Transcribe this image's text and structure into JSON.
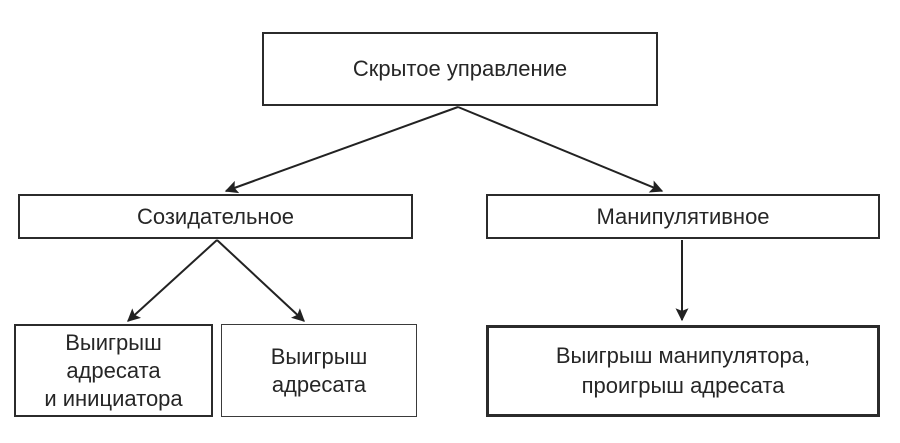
{
  "diagram": {
    "title": "Скрытое управление",
    "nodes": {
      "root": {
        "label": "Скрытое управление"
      },
      "creative": {
        "label": "Созидательное"
      },
      "manipulative": {
        "label": "Манипулятивное"
      },
      "win_both": {
        "label": "Выигрыш адресата и инициатора",
        "lines": [
          "Выигрыш",
          "адресата",
          "и инициатора"
        ]
      },
      "win_addressee": {
        "label": "Выигрыш адресата",
        "lines": [
          "Выигрыш",
          "адресата"
        ]
      },
      "win_manipulator": {
        "label": "Выигрыш манипулятора, проигрыш адресата",
        "lines": [
          "Выигрыш манипулятора,",
          "проигрыш адресата"
        ]
      }
    },
    "edges": [
      {
        "from": "root",
        "to": "creative"
      },
      {
        "from": "root",
        "to": "manipulative"
      },
      {
        "from": "creative",
        "to": "win_both"
      },
      {
        "from": "creative",
        "to": "win_addressee"
      },
      {
        "from": "manipulative",
        "to": "win_manipulator"
      }
    ],
    "colors": {
      "background": "#ffffff",
      "border": "#2b2b2b",
      "line": "#222222",
      "text": "#262626"
    }
  }
}
